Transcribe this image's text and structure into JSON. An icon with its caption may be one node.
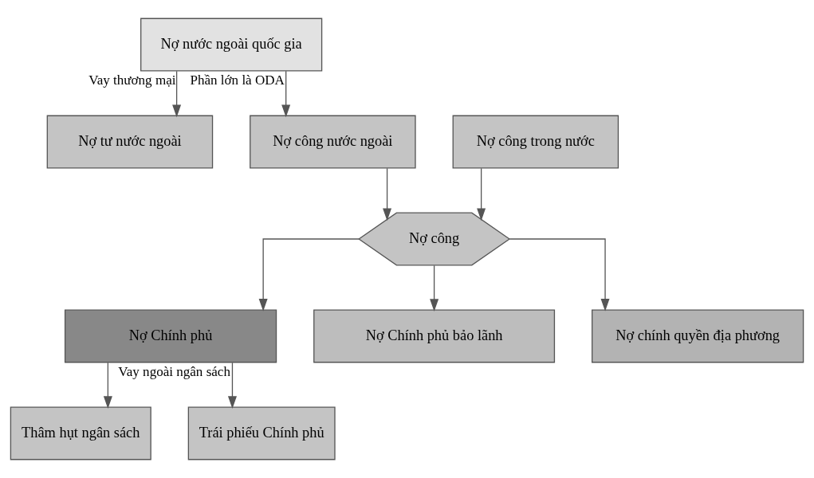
{
  "diagram": {
    "nodes": [
      {
        "text": [
          "Nợ nước ngoài quốc gia"
        ]
      },
      {
        "text": [
          "Nợ tư nước ngoài"
        ]
      },
      {
        "text": [
          "Nợ công nước ngoài"
        ]
      },
      {
        "text": [
          "Nợ công trong nước"
        ]
      },
      {
        "text": [
          "Nợ công"
        ]
      },
      {
        "text": [
          "Nợ Chính phủ"
        ]
      },
      {
        "text": [
          "Nợ Chính phủ bảo lãnh"
        ]
      },
      {
        "text": [
          "Nợ chính quyền địa phương"
        ]
      },
      {
        "text": [
          "Thâm hụt ngân sách"
        ]
      },
      {
        "text": [
          "Trái phiếu Chính phủ"
        ]
      }
    ],
    "edges": [
      {
        "from": 0,
        "to": 1,
        "arrow": "to",
        "label": "Vay thương mại"
      },
      {
        "from": 0,
        "to": 2,
        "arrow": "to",
        "label": "Phần lớn là ODA"
      },
      {
        "from": 2,
        "to": 4,
        "arrow": "to"
      },
      {
        "from": 3,
        "to": 4,
        "arrow": "to"
      },
      {
        "from": 4,
        "to": 5,
        "arrow": "to"
      },
      {
        "from": 4,
        "to": 6,
        "arrow": "to"
      },
      {
        "from": 4,
        "to": 7,
        "arrow": "to"
      },
      {
        "from": 5,
        "to": 8,
        "arrow": "to"
      },
      {
        "from": 5,
        "to": 9,
        "arrow": "to",
        "label": "Vay ngoài ngân sách"
      }
    ]
  }
}
